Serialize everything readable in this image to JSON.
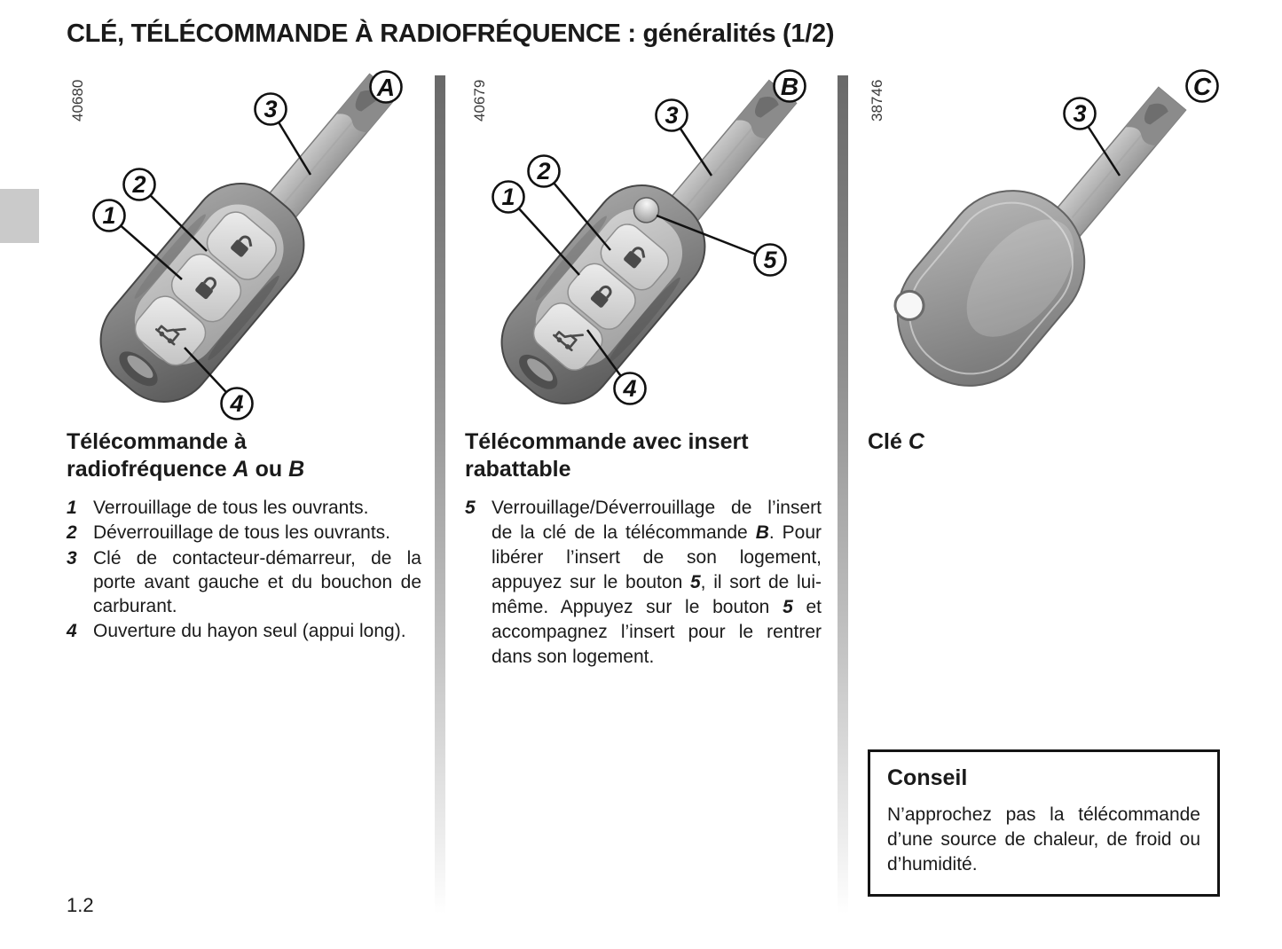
{
  "page": {
    "title": "CLÉ, TÉLÉCOMMANDE À RADIOFRÉQUENCE : généralités (1/2)",
    "page_number": "1.2"
  },
  "figures": [
    {
      "ref": "40680",
      "badge": "A",
      "callouts": [
        "1",
        "2",
        "3",
        "4"
      ],
      "icons": [
        "lock-open-icon",
        "lock-closed-icon",
        "tailgate-open-icon"
      ]
    },
    {
      "ref": "40679",
      "badge": "B",
      "callouts": [
        "1",
        "2",
        "3",
        "4",
        "5"
      ],
      "icons": [
        "lock-open-icon",
        "lock-closed-icon",
        "tailgate-open-icon"
      ]
    },
    {
      "ref": "38746",
      "badge": "C",
      "callouts": [
        "3"
      ],
      "icons": []
    }
  ],
  "sections": {
    "remote_ab": {
      "heading_line1": "Télécommande à",
      "heading_line2": [
        {
          "t": "radiofréquence "
        },
        {
          "t": "A",
          "b": true
        },
        {
          "t": " ou "
        },
        {
          "t": "B",
          "b": true
        }
      ],
      "items": [
        {
          "num": "1",
          "text": "Verrouillage de tous les ouvrants."
        },
        {
          "num": "2",
          "text": "Déverrouillage de tous les ouvrants."
        },
        {
          "num": "3",
          "text": "Clé de contacteur-démarreur, de la porte avant gauche et du bouchon de carburant."
        },
        {
          "num": "4",
          "text": "Ouverture du hayon seul (appui long)."
        }
      ]
    },
    "remote_folding": {
      "heading_line1": "Télécommande avec insert",
      "heading_line2": [
        {
          "t": "rabattable"
        }
      ],
      "item": {
        "num": "5",
        "segments": [
          {
            "t": "Verrouillage/Déverrouillage de l’insert de la clé de la télécommande "
          },
          {
            "t": "B",
            "b": true
          },
          {
            "t": ". Pour libérer l’insert de son logement, appuyez sur le bouton "
          },
          {
            "t": "5",
            "b": true
          },
          {
            "t": ", il sort de lui-même. Appuyez sur le bouton "
          },
          {
            "t": "5",
            "b": true
          },
          {
            "t": " et accompagnez l’insert pour le rentrer dans son logement."
          }
        ]
      }
    },
    "key_c": {
      "heading": [
        {
          "t": "Clé "
        },
        {
          "t": "C",
          "b": true
        }
      ]
    }
  },
  "advice": {
    "title": "Conseil",
    "text": "N’approchez pas la télécommande d’une source de chaleur, de froid ou d’humidité."
  },
  "colors": {
    "key_body": "#8d8d8d",
    "key_panel": "#c4c4c4",
    "key_button": "#d8d8d8",
    "divider_top": "#696969",
    "section_tab": "#cacaca"
  }
}
